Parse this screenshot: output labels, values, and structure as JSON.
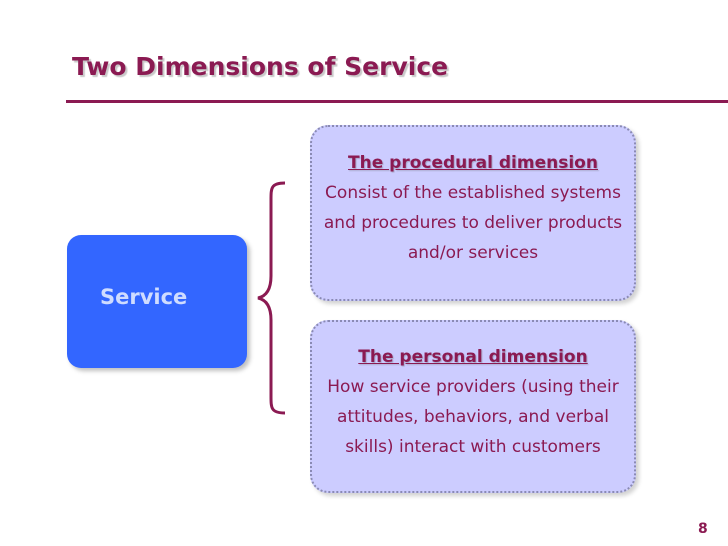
{
  "slide": {
    "title": "Two Dimensions of Service",
    "page_number": "8"
  },
  "service": {
    "label": "Service"
  },
  "dimensions": [
    {
      "heading": "The procedural dimension",
      "body": "Consist of the established systems and procedures to deliver products and/or services"
    },
    {
      "heading": "The personal dimension",
      "body": "How service providers (using their attitudes, behaviors, and verbal skills) interact with customers"
    }
  ],
  "colors": {
    "accent": "#8b1a52",
    "service_box": "#3366ff",
    "dimension_box": "#ccccff"
  }
}
